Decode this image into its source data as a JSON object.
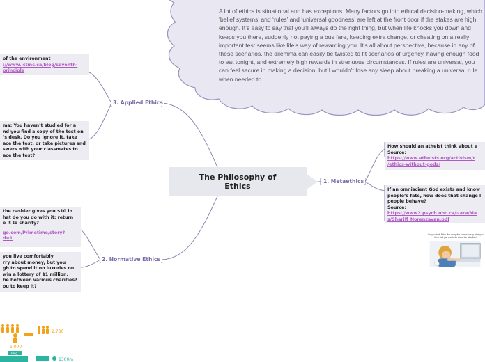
{
  "central_topic": {
    "line1": "The Philosophy of",
    "line2": "Ethics"
  },
  "cloud_note": "A lot of ethics is situational and has exceptions. Many factors go into ethical decision-making, which ‘belief systems’ and ‘rules’ and ‘universal goodness’ are left at the front door if the stakes are high enough. It’s easy to say that you’ll always do the right thing, but when life knocks you down and keeps you there, suddenly not paying a bus fare, keeping extra change, or cheating on a really important test seems like life’s way of rewarding you. It’s all about perspective, because in any of these scenarios, the dilemma can easily be twisted to fit scenarios of urgency, having enough food to eat tonight, and extremely high rewards in strenuous circumstances. If rules are universal, you can feel secure in making a decision, but I wouldn’t lose any sleep about breaking a universal rule when needed to.",
  "branches": {
    "applied": {
      "label": "3. Applied Ethics",
      "leaf_env": {
        "text": "of the environment",
        "link": "://www.ictinc.ca/blog/seventh-\nprinciple"
      },
      "leaf_test": {
        "text": "ma: You haven’t studied for a\nnd you find a copy of the test on\n’s desk. Do you ignore it, take\nace the test, or take pictures and\nswers with your classmates to\nace the test?"
      }
    },
    "normative": {
      "label": "2. Normative Ethics",
      "leaf_cashier": {
        "text": "the cashier gives you $10 in\nhat do you do with it: return\ne it to charity?",
        "link": "go.com/Primetime/story?\nd=1"
      },
      "leaf_lottery": {
        "text": "you live comfortably\nrry about money, but you\ngh to spend it on luxuries on\nwin a lottery of $1 million,\nbe between various charities?\nou to keep it?"
      }
    },
    "metaethics": {
      "label": "1. Metaethics",
      "leaf_atheist": {
        "text": "How should an atheist think about e",
        "source_label": "Source:",
        "link": "https://www.atheists.org/activism/r\n/ethics-without-gods/"
      },
      "leaf_god": {
        "text": "If an omniscient God exists and know\npeople’s fate, how does that change l\npeople behave?",
        "source_label": "Source:",
        "link": "https://www2.psych.ubc.ca/~ara/Ma\ns/Shariff_Norenzayan.pdf"
      }
    }
  },
  "thumbnail_caption": "Do you think Ethic-like computer screen to say what you think that you would do about the situation?",
  "infographic": {
    "count_1": "1,000",
    "count_2": "2,780",
    "count_3": "1300m",
    "tag": "Blog"
  },
  "colors": {
    "connector": "#8b84b0",
    "leaf_bg": "#ececf2",
    "cloud_fill": "#e9e7f2",
    "cloud_stroke": "#9a93c0",
    "link": "#b05ac4",
    "branch_text": "#7a6aa6",
    "accent_orange": "#f2a21a",
    "accent_teal": "#2bb5a0"
  }
}
